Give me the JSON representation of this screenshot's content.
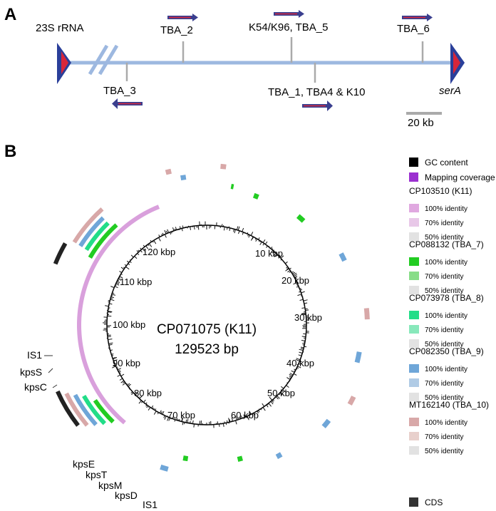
{
  "panel_a": {
    "label": "A",
    "left_gene": "23S rRNA",
    "right_gene": "serA",
    "top_labels": [
      "TBA_2",
      "K54/K96, TBA_5",
      "TBA_6"
    ],
    "bottom_labels": [
      "TBA_3",
      "TBA_1, TBA4 & K10"
    ],
    "scale_label": "20 kb"
  },
  "panel_b": {
    "label": "B",
    "center_title": "CP071075 (K11)",
    "center_size": "129523 bp",
    "tick_labels": [
      "10 kbp",
      "20 kbp",
      "30 kbp",
      "40 kbp",
      "50 kbp",
      "60 kbp",
      "70 kbp",
      "80 kbp",
      "90 kbp",
      "100 kbp",
      "110 kbp",
      "120 kbp"
    ],
    "gene_labels_left": [
      "IS1",
      "kpsS",
      "kpsC"
    ],
    "gene_labels_bottom": [
      "kpsE",
      "kpsT",
      "kpsM",
      "kpsD",
      "IS1"
    ]
  },
  "legend": {
    "gc": "GC content",
    "mapping": "Mapping coverage",
    "groups": [
      {
        "name": "CP103510 (K11)",
        "items": [
          "100% identity",
          "70% identity",
          "50% identity"
        ],
        "colors": [
          "#e0a8e0",
          "#e8c8e8",
          "#e2e2e2"
        ]
      },
      {
        "name": "CP088132 (TBA_7)",
        "items": [
          "100% identity",
          "70% identity",
          "50% identity"
        ],
        "colors": [
          "#22cc22",
          "#88dd88",
          "#e2e2e2"
        ]
      },
      {
        "name": "CP073978 (TBA_8)",
        "items": [
          "100% identity",
          "70% identity",
          "50% identity"
        ],
        "colors": [
          "#22dd88",
          "#88e8bb",
          "#e2e2e2"
        ]
      },
      {
        "name": "CP082350 (TBA_9)",
        "items": [
          "100% identity",
          "70% identity",
          "50% identity"
        ],
        "colors": [
          "#6fa6d8",
          "#b0cbe5",
          "#e2e2e2"
        ]
      },
      {
        "name": "MT162140 (TBA_10)",
        "items": [
          "100% identity",
          "70% identity",
          "50% identity"
        ],
        "colors": [
          "#d8a8a8",
          "#e8d0cc",
          "#e2e2e2"
        ]
      }
    ],
    "cds": "CDS",
    "gc_color": "#000000",
    "mapping_color": "#9b30d0",
    "cds_color": "#333333"
  },
  "colors": {
    "backbone": "#9db8e0",
    "arrow": "#3a3f8f",
    "arrow_stripe": "#d8263a"
  }
}
